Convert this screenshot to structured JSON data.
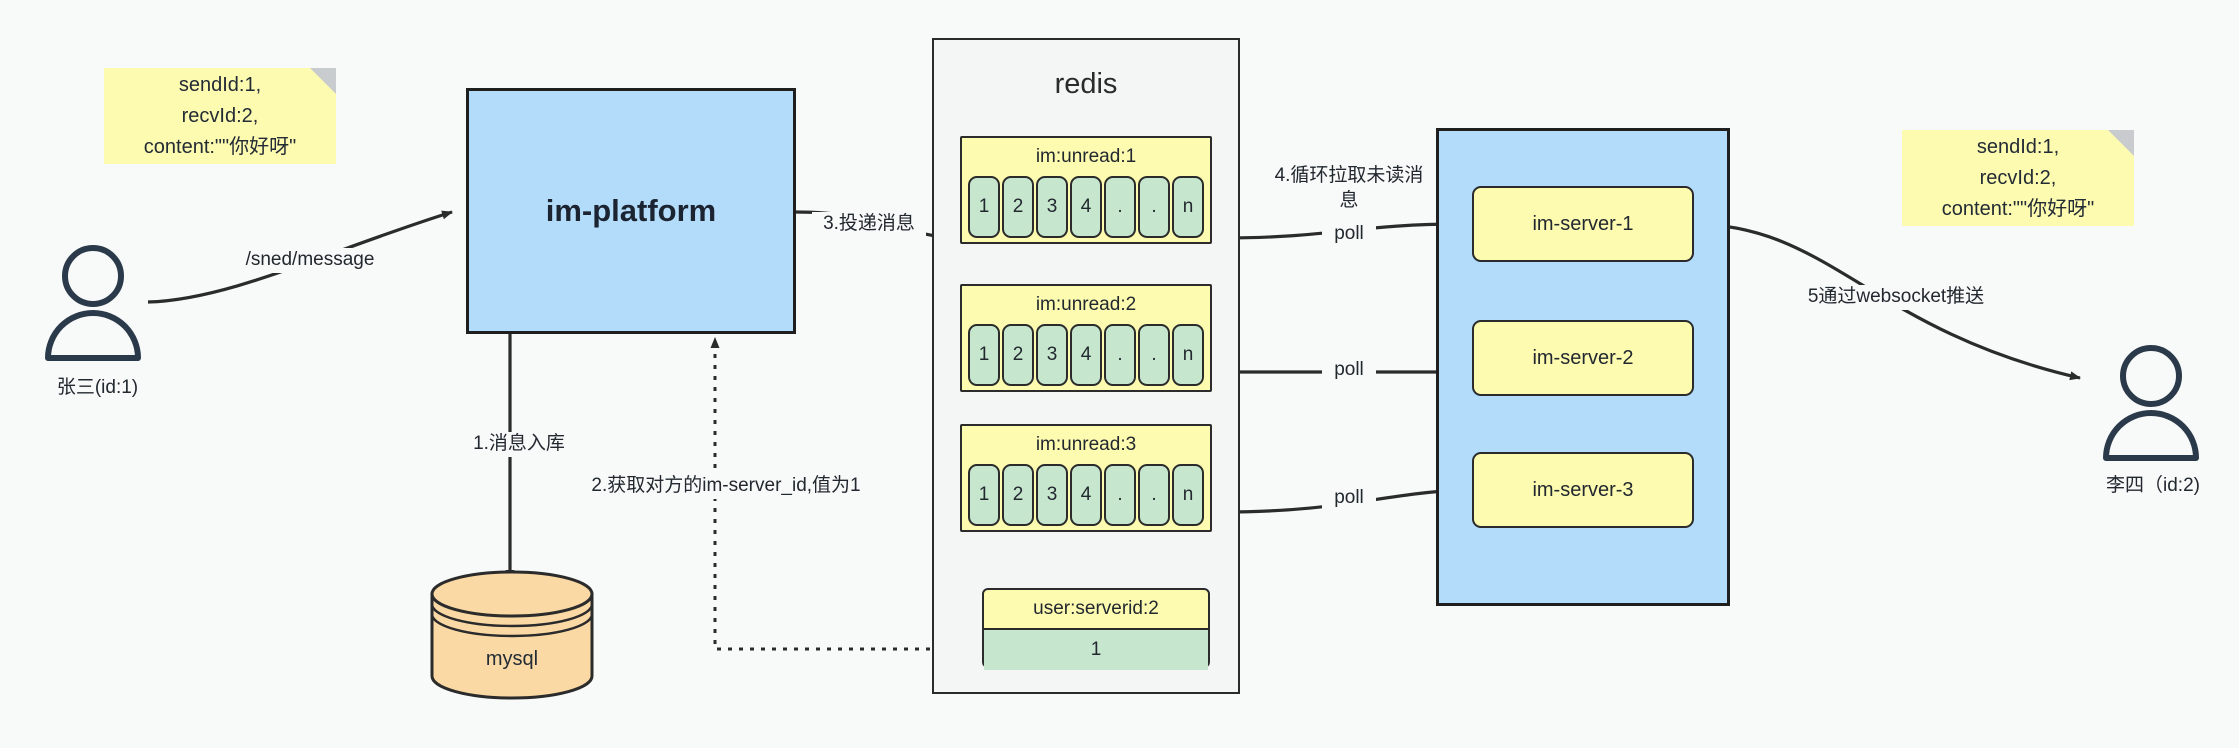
{
  "diagram": {
    "title": "IM message delivery architecture",
    "colors": {
      "background": "#f8f9f9",
      "note_yellow": "#fdfbb0",
      "blue_container": "#b3dcfb",
      "green_cell": "#c6e6cd",
      "mysql_orange": "#fbd9a5",
      "stroke": "#2b2b2b"
    }
  },
  "notes": {
    "left": "sendId:1,\nrecvId:2,\ncontent:\"\"你好呀\"",
    "right": "sendId:1,\nrecvId:2,\ncontent:\"\"你好呀\""
  },
  "actors": {
    "sender": {
      "icon": "user-icon",
      "caption": "张三(id:1)"
    },
    "receiver": {
      "icon": "user-icon",
      "caption": "李四（id:2)"
    }
  },
  "nodes": {
    "platform": {
      "label": "im-platform"
    },
    "mysql": {
      "label": "mysql"
    },
    "redis": {
      "title": "redis"
    },
    "servers": [
      {
        "label": "im-server-1"
      },
      {
        "label": "im-server-2"
      },
      {
        "label": "im-server-3"
      }
    ]
  },
  "redis_keys": [
    {
      "name": "im:unread:1",
      "cells": [
        "1",
        "2",
        "3",
        "4",
        ".",
        ".",
        "n"
      ]
    },
    {
      "name": "im:unread:2",
      "cells": [
        "1",
        "2",
        "3",
        "4",
        ".",
        ".",
        "n"
      ]
    },
    {
      "name": "im:unread:3",
      "cells": [
        "1",
        "2",
        "3",
        "4",
        ".",
        ".",
        "n"
      ]
    }
  ],
  "redis_single": {
    "name": "user:serverid:2",
    "value": "1"
  },
  "edges": {
    "send_message": "/sned/message",
    "step1": "1.消息入库",
    "step2": "2.获取对方的im-server_id,值为1",
    "step3": "3.投递消息",
    "step4": "4.循环拉取未读消\n息",
    "step5": "5通过websocket推送",
    "poll1": "poll",
    "poll2": "poll",
    "poll3": "poll"
  }
}
